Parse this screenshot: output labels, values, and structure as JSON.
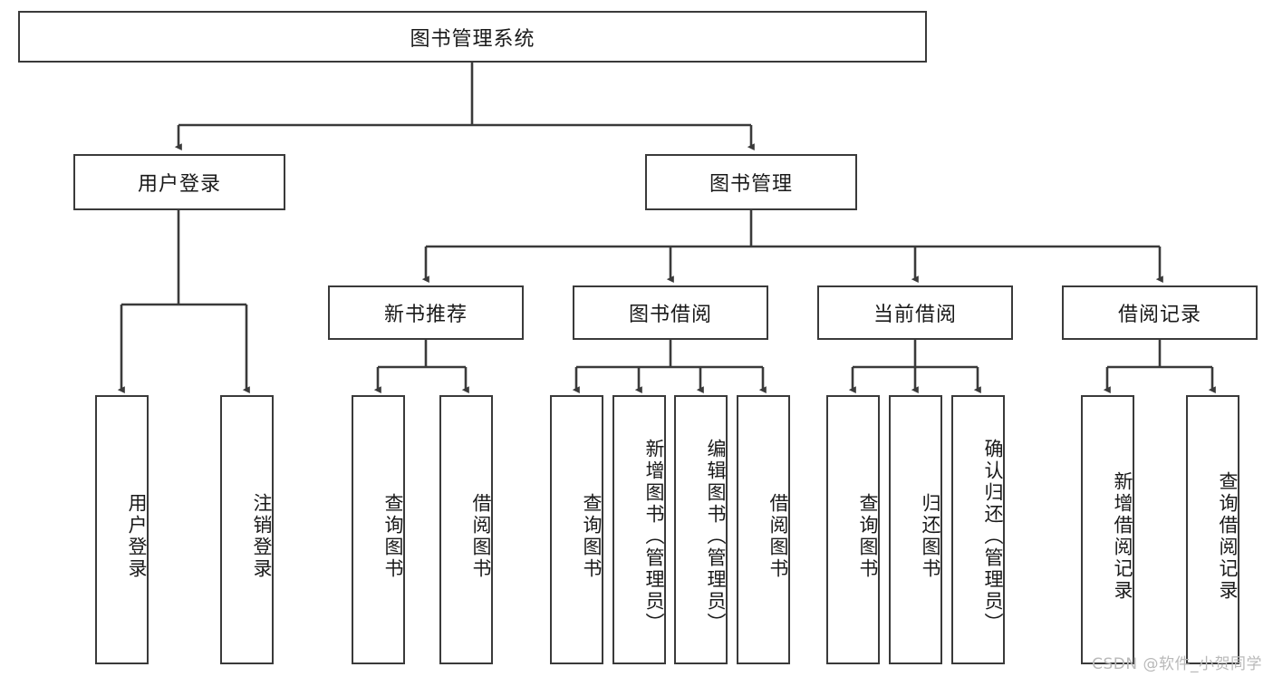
{
  "diagram": {
    "type": "tree",
    "title": "图书管理系统",
    "watermark": "CSDN @软件_小贺同学",
    "colors": {
      "box_border": "#3a3a3a",
      "box_fill": "#ffffff",
      "edge": "#3a3a3a",
      "text": "#1a1a1a",
      "watermark": "#b9b9b9"
    },
    "nodes": {
      "root": {
        "label": "图书管理系统"
      },
      "level2": [
        {
          "id": "user-login",
          "label": "用户登录"
        },
        {
          "id": "book-manage",
          "label": "图书管理"
        }
      ],
      "level3": [
        {
          "id": "new-book-rec",
          "label": "新书推荐"
        },
        {
          "id": "book-borrow",
          "label": "图书借阅"
        },
        {
          "id": "current-borrow",
          "label": "当前借阅"
        },
        {
          "id": "borrow-record",
          "label": "借阅记录"
        }
      ],
      "leaves": [
        {
          "id": "leaf-user-login",
          "label": "用户登录",
          "parent": "user-login"
        },
        {
          "id": "leaf-logout",
          "label": "注销登录",
          "parent": "user-login"
        },
        {
          "id": "leaf-query-book-1",
          "label": "查询图书",
          "parent": "new-book-rec"
        },
        {
          "id": "leaf-borrow-book-1",
          "label": "借阅图书",
          "parent": "new-book-rec"
        },
        {
          "id": "leaf-query-book-2",
          "label": "查询图书",
          "parent": "book-borrow"
        },
        {
          "id": "leaf-add-book",
          "label": "新增图书（管理员）",
          "parent": "book-borrow"
        },
        {
          "id": "leaf-edit-book",
          "label": "编辑图书（管理员）",
          "parent": "book-borrow"
        },
        {
          "id": "leaf-borrow-book-2",
          "label": "借阅图书",
          "parent": "book-borrow"
        },
        {
          "id": "leaf-query-book-3",
          "label": "查询图书",
          "parent": "current-borrow"
        },
        {
          "id": "leaf-return-book",
          "label": "归还图书",
          "parent": "current-borrow"
        },
        {
          "id": "leaf-confirm-return",
          "label": "确认归还（管理员）",
          "parent": "current-borrow"
        },
        {
          "id": "leaf-add-record",
          "label": "新增借阅记录",
          "parent": "borrow-record"
        },
        {
          "id": "leaf-query-record",
          "label": "查询借阅记录",
          "parent": "borrow-record"
        }
      ]
    }
  }
}
